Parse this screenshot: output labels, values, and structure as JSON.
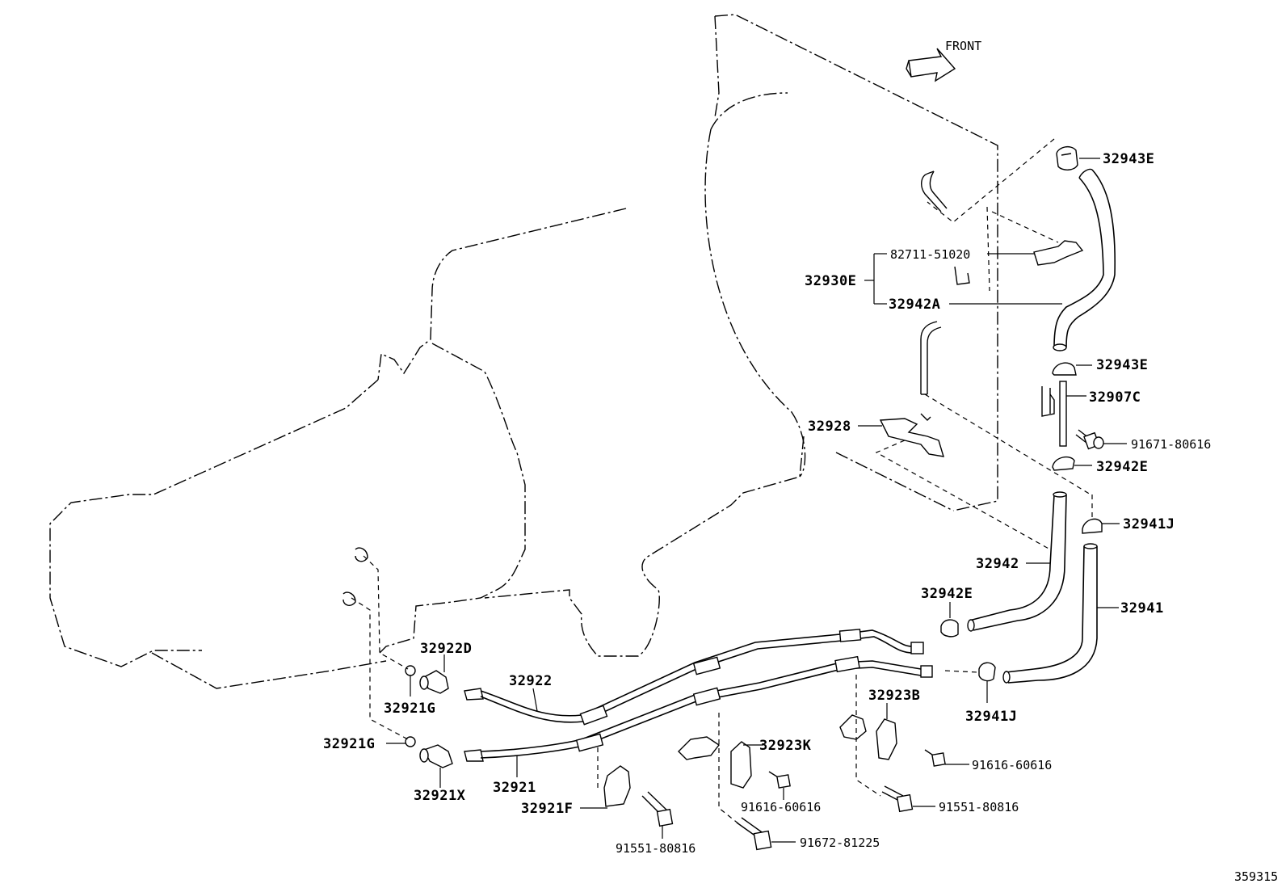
{
  "diagram": {
    "direction_label": "FRONT",
    "figure_number": "359315",
    "labels": {
      "p32943E_top": "32943E",
      "p82711": "82711-51020",
      "p32930E": "32930E",
      "p32942A": "32942A",
      "p32943E_mid": "32943E",
      "p32907C": "32907C",
      "p91671": "91671-80616",
      "p32928": "32928",
      "p32942E_right": "32942E",
      "p32941J_top": "32941J",
      "p32942": "32942",
      "p32942E_mid": "32942E",
      "p32941": "32941",
      "p32922D": "32922D",
      "p32922": "32922",
      "p32921G_top": "32921G",
      "p32921G_left": "32921G",
      "p32921X": "32921X",
      "p32921": "32921",
      "p32921F": "32921F",
      "p32923K": "32923K",
      "p32923B": "32923B",
      "p32941J_bottom": "32941J",
      "p91616_a": "91616-60616",
      "p91616_b": "91616-60616",
      "p91551_a": "91551-80816",
      "p91551_b": "91551-80816",
      "p91672": "91672-81225"
    }
  }
}
